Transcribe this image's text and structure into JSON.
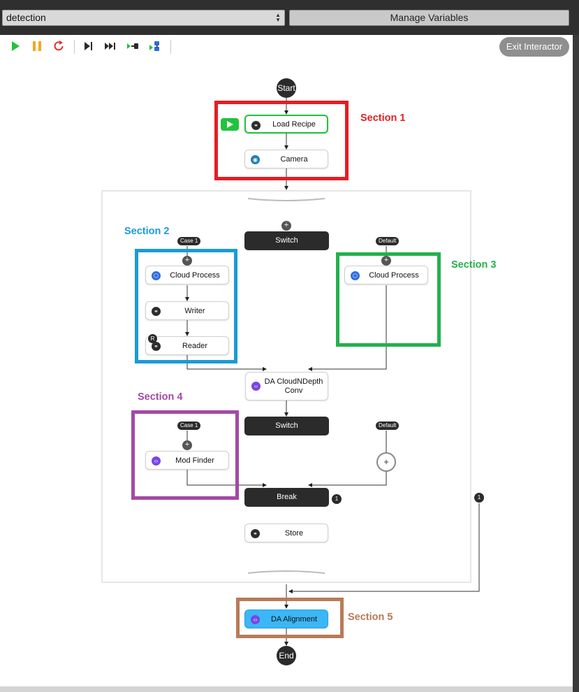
{
  "topbar": {
    "recipe_value": "detection",
    "manage_label": "Manage Variables"
  },
  "toolbar": {
    "items": [
      "play-icon",
      "pause-icon",
      "restart-icon",
      "step-icon",
      "step-all-icon",
      "step-into-icon",
      "step-over-icon"
    ],
    "exit_label": "Exit Interactor"
  },
  "flow": {
    "start": "Start",
    "end": "End",
    "load_recipe": "Load Recipe",
    "camera": "Camera",
    "switch1": "Switch",
    "switch2": "Switch",
    "case1": "Case 1",
    "default": "Default",
    "cloud_process_a": "Cloud Process",
    "writer": "Writer",
    "reader": "Reader",
    "reader_badge": "R",
    "cloud_process_b": "Cloud Process",
    "da_conv": "DA CloudNDepth Conv",
    "case1_b": "Case 1",
    "default_b": "Default",
    "mod_finder": "Mod Finder",
    "break": "Break",
    "break_count": "1",
    "loop_count": "1",
    "store": "Store",
    "da_alignment": "DA Alignment",
    "plus": "+"
  },
  "sections": [
    {
      "label": "Section 1",
      "color": "#e02020"
    },
    {
      "label": "Section 2",
      "color": "#1a9bd7"
    },
    {
      "label": "Section 3",
      "color": "#22b14c"
    },
    {
      "label": "Section 4",
      "color": "#a349a4"
    },
    {
      "label": "Section 5",
      "color": "#b97a57"
    }
  ]
}
